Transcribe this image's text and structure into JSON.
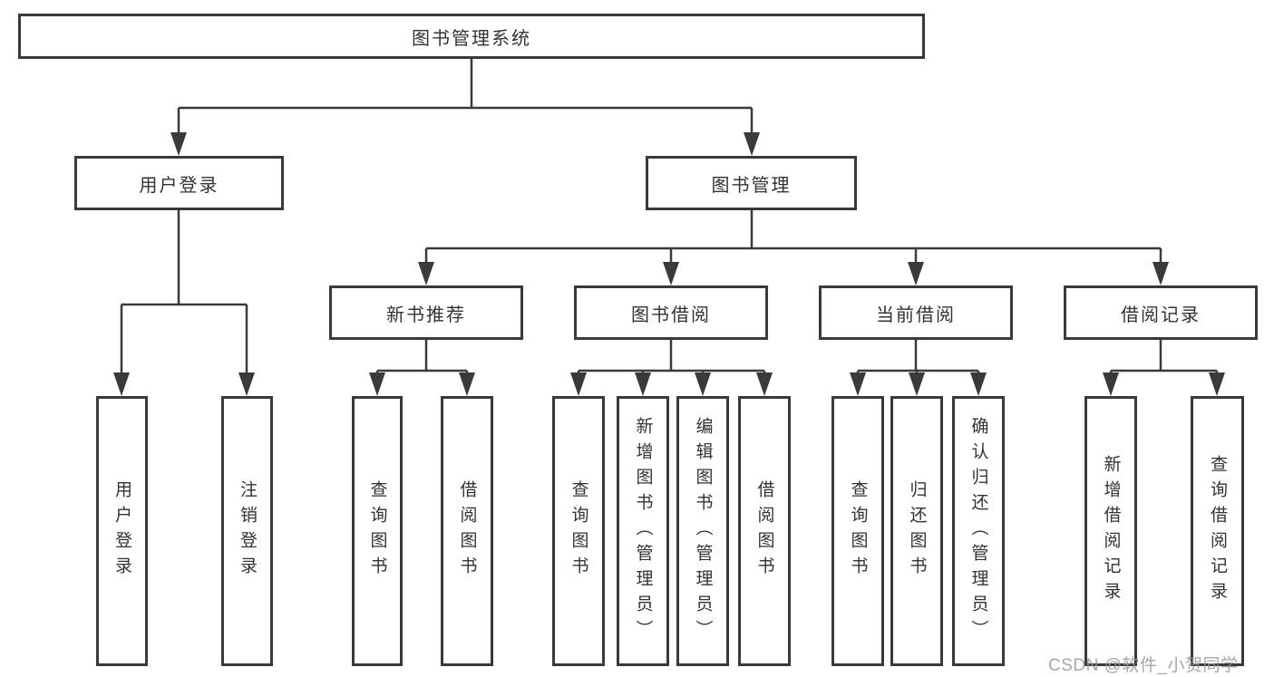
{
  "diagram": {
    "title": "图书管理系统",
    "root": {
      "label": "图书管理系统"
    },
    "level2": [
      {
        "label": "用户登录"
      },
      {
        "label": "图书管理"
      }
    ],
    "level3": [
      {
        "label": "新书推荐"
      },
      {
        "label": "图书借阅"
      },
      {
        "label": "当前借阅"
      },
      {
        "label": "借阅记录"
      }
    ],
    "leaves": [
      {
        "label": "用户登录",
        "parent": "用户登录"
      },
      {
        "label": "注销登录",
        "parent": "用户登录"
      },
      {
        "label": "查询图书",
        "parent": "新书推荐"
      },
      {
        "label": "借阅图书",
        "parent": "新书推荐"
      },
      {
        "label": "查询图书",
        "parent": "图书借阅"
      },
      {
        "label": "新增图书（管理员）",
        "parent": "图书借阅"
      },
      {
        "label": "编辑图书（管理员）",
        "parent": "图书借阅"
      },
      {
        "label": "借阅图书",
        "parent": "图书借阅"
      },
      {
        "label": "查询图书",
        "parent": "当前借阅"
      },
      {
        "label": "归还图书",
        "parent": "当前借阅"
      },
      {
        "label": "确认归还（管理员）",
        "parent": "当前借阅"
      },
      {
        "label": "新增借阅记录",
        "parent": "借阅记录"
      },
      {
        "label": "查询借阅记录",
        "parent": "借阅记录"
      }
    ]
  },
  "watermark": {
    "text": "CSDN @软件_小贺同学"
  },
  "colors": {
    "line": "#3a3a3a",
    "box_border": "#3a3a3a",
    "text": "#333333",
    "background": "#ffffff",
    "watermark": "#969696"
  }
}
